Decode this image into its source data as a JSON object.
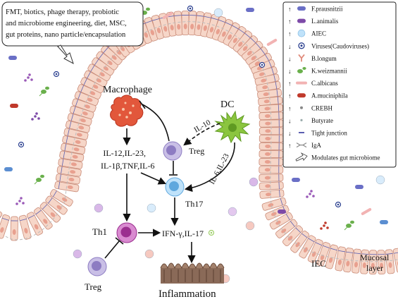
{
  "colors": {
    "epithelium_fill": "#f6d6c8",
    "epithelium_stroke": "#c98b78",
    "macrophage": "#e2573b",
    "dc": "#8bc53f",
    "treg": "#a99bd1",
    "th17": "#8ec9f0",
    "th1": "#b640a6",
    "arrow": "#111111"
  },
  "callout": {
    "lines": [
      "FMT, biotics, phage therapy, probiotic",
      "and microbiome engineering,  diet, MSC,",
      "gut proteins, nano particle/encapsulation"
    ]
  },
  "cells": {
    "macrophage": "Macrophage",
    "dc": "DC",
    "treg_upper": "Treg",
    "th17": "Th17",
    "th1": "Th1",
    "treg_lower": "Treg",
    "iec": "IEC"
  },
  "labels": {
    "il10": "IL-10",
    "il6_il23": "IL-6,IL-23",
    "cytokines_lines": [
      "IL-12,IL-23,",
      "IL-1β,TNF,IL-6"
    ],
    "ifn": "IFN-γ,IL-17",
    "inflammation": "Inflammation",
    "mucosal_lines": [
      "Mucosal",
      "layer"
    ]
  },
  "legend": {
    "items": [
      {
        "arrow": "↑",
        "label": "F.prausnitzii",
        "icon": "blue-rod-icon"
      },
      {
        "arrow": "↑",
        "label": "L.animalis",
        "icon": "purple-rod-icon"
      },
      {
        "arrow": "↑",
        "label": "AIEC",
        "icon": "light-blue-coccus-icon"
      },
      {
        "arrow": "↓",
        "label": "Viruses(Caudoviruses)",
        "icon": "virus-icon"
      },
      {
        "arrow": "↓",
        "label": "B.longum",
        "icon": "bifido-y-icon"
      },
      {
        "arrow": "↓",
        "label": "K.weizmannii",
        "icon": "green-yeast-icon"
      },
      {
        "arrow": "↑",
        "label": "C.albicans",
        "icon": "pink-hypha-icon"
      },
      {
        "arrow": "↑",
        "label": "A.muciniphila",
        "icon": "red-rod-icon"
      },
      {
        "arrow": "↑",
        "label": "CREBH",
        "icon": "small-dot-icon"
      },
      {
        "arrow": "↓",
        "label": "Butyrate",
        "icon": "butyrate-dot-icon"
      },
      {
        "arrow": "↓",
        "label": "Tight junction",
        "icon": "tight-junction-icon"
      },
      {
        "arrow": "↑",
        "label": "IgA",
        "icon": "iga-icon"
      },
      {
        "arrow": "",
        "label": "Modulates gut microbiome",
        "icon": "outline-arrow-icon"
      }
    ]
  }
}
